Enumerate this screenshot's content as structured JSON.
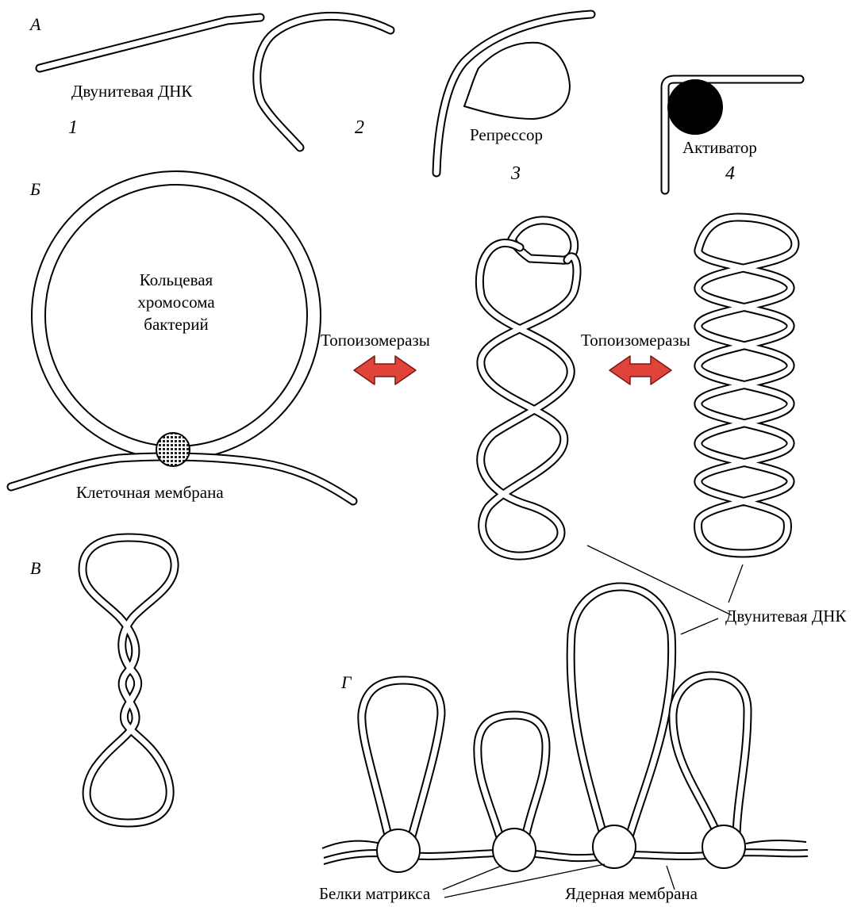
{
  "panels": {
    "a": "А",
    "b": "Б",
    "v": "В",
    "g": "Г"
  },
  "panel_a": {
    "dna_label": "Двунитевая ДНК",
    "repressor_label": "Репрессор",
    "activator_label": "Активатор",
    "numbers": [
      "1",
      "2",
      "3",
      "4"
    ]
  },
  "panel_b": {
    "chromosome_lines": [
      "Кольцевая",
      "хромосома",
      "бактерий"
    ],
    "membrane_label": "Клеточная мембрана",
    "topo_label_1": "Топоизомеразы",
    "topo_label_2": "Топоизомеразы",
    "dna_label": "Двунитевая ДНК"
  },
  "panel_g": {
    "matrix_label": "Белки матрикса",
    "nuclear_membrane_label": "Ядерная мембрана"
  },
  "colors": {
    "arrow_fill": "#e0433a",
    "arrow_stroke": "#7a1a14",
    "anchor_fill": "#4a4a4a"
  }
}
